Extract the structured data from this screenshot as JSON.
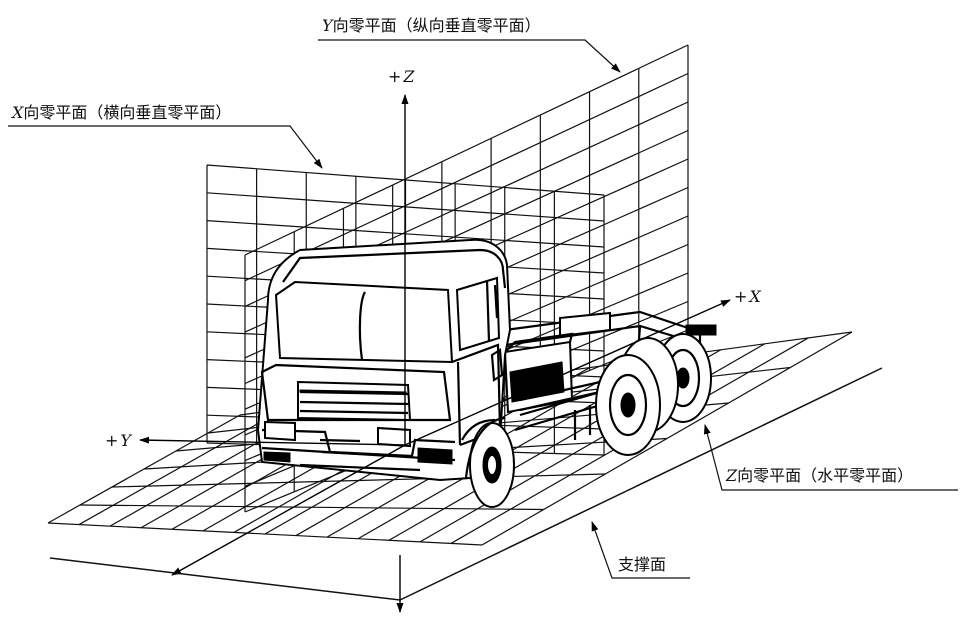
{
  "labels": {
    "y_plane": {
      "axis": "Y",
      "text": "向零平面（纵向垂直零平面）"
    },
    "x_plane": {
      "axis": "X",
      "text": "向零平面（横向垂直零平面）"
    },
    "z_plane": {
      "axis": "Z",
      "text": "向零平面（水平零平面）"
    },
    "support": "支撑面",
    "plus_z": {
      "sign": "+",
      "axis": "Z"
    },
    "plus_x": {
      "sign": "+",
      "axis": "X"
    },
    "plus_y": {
      "sign": "+",
      "axis": "Y"
    }
  },
  "colors": {
    "line": "#000000",
    "background": "#ffffff"
  }
}
